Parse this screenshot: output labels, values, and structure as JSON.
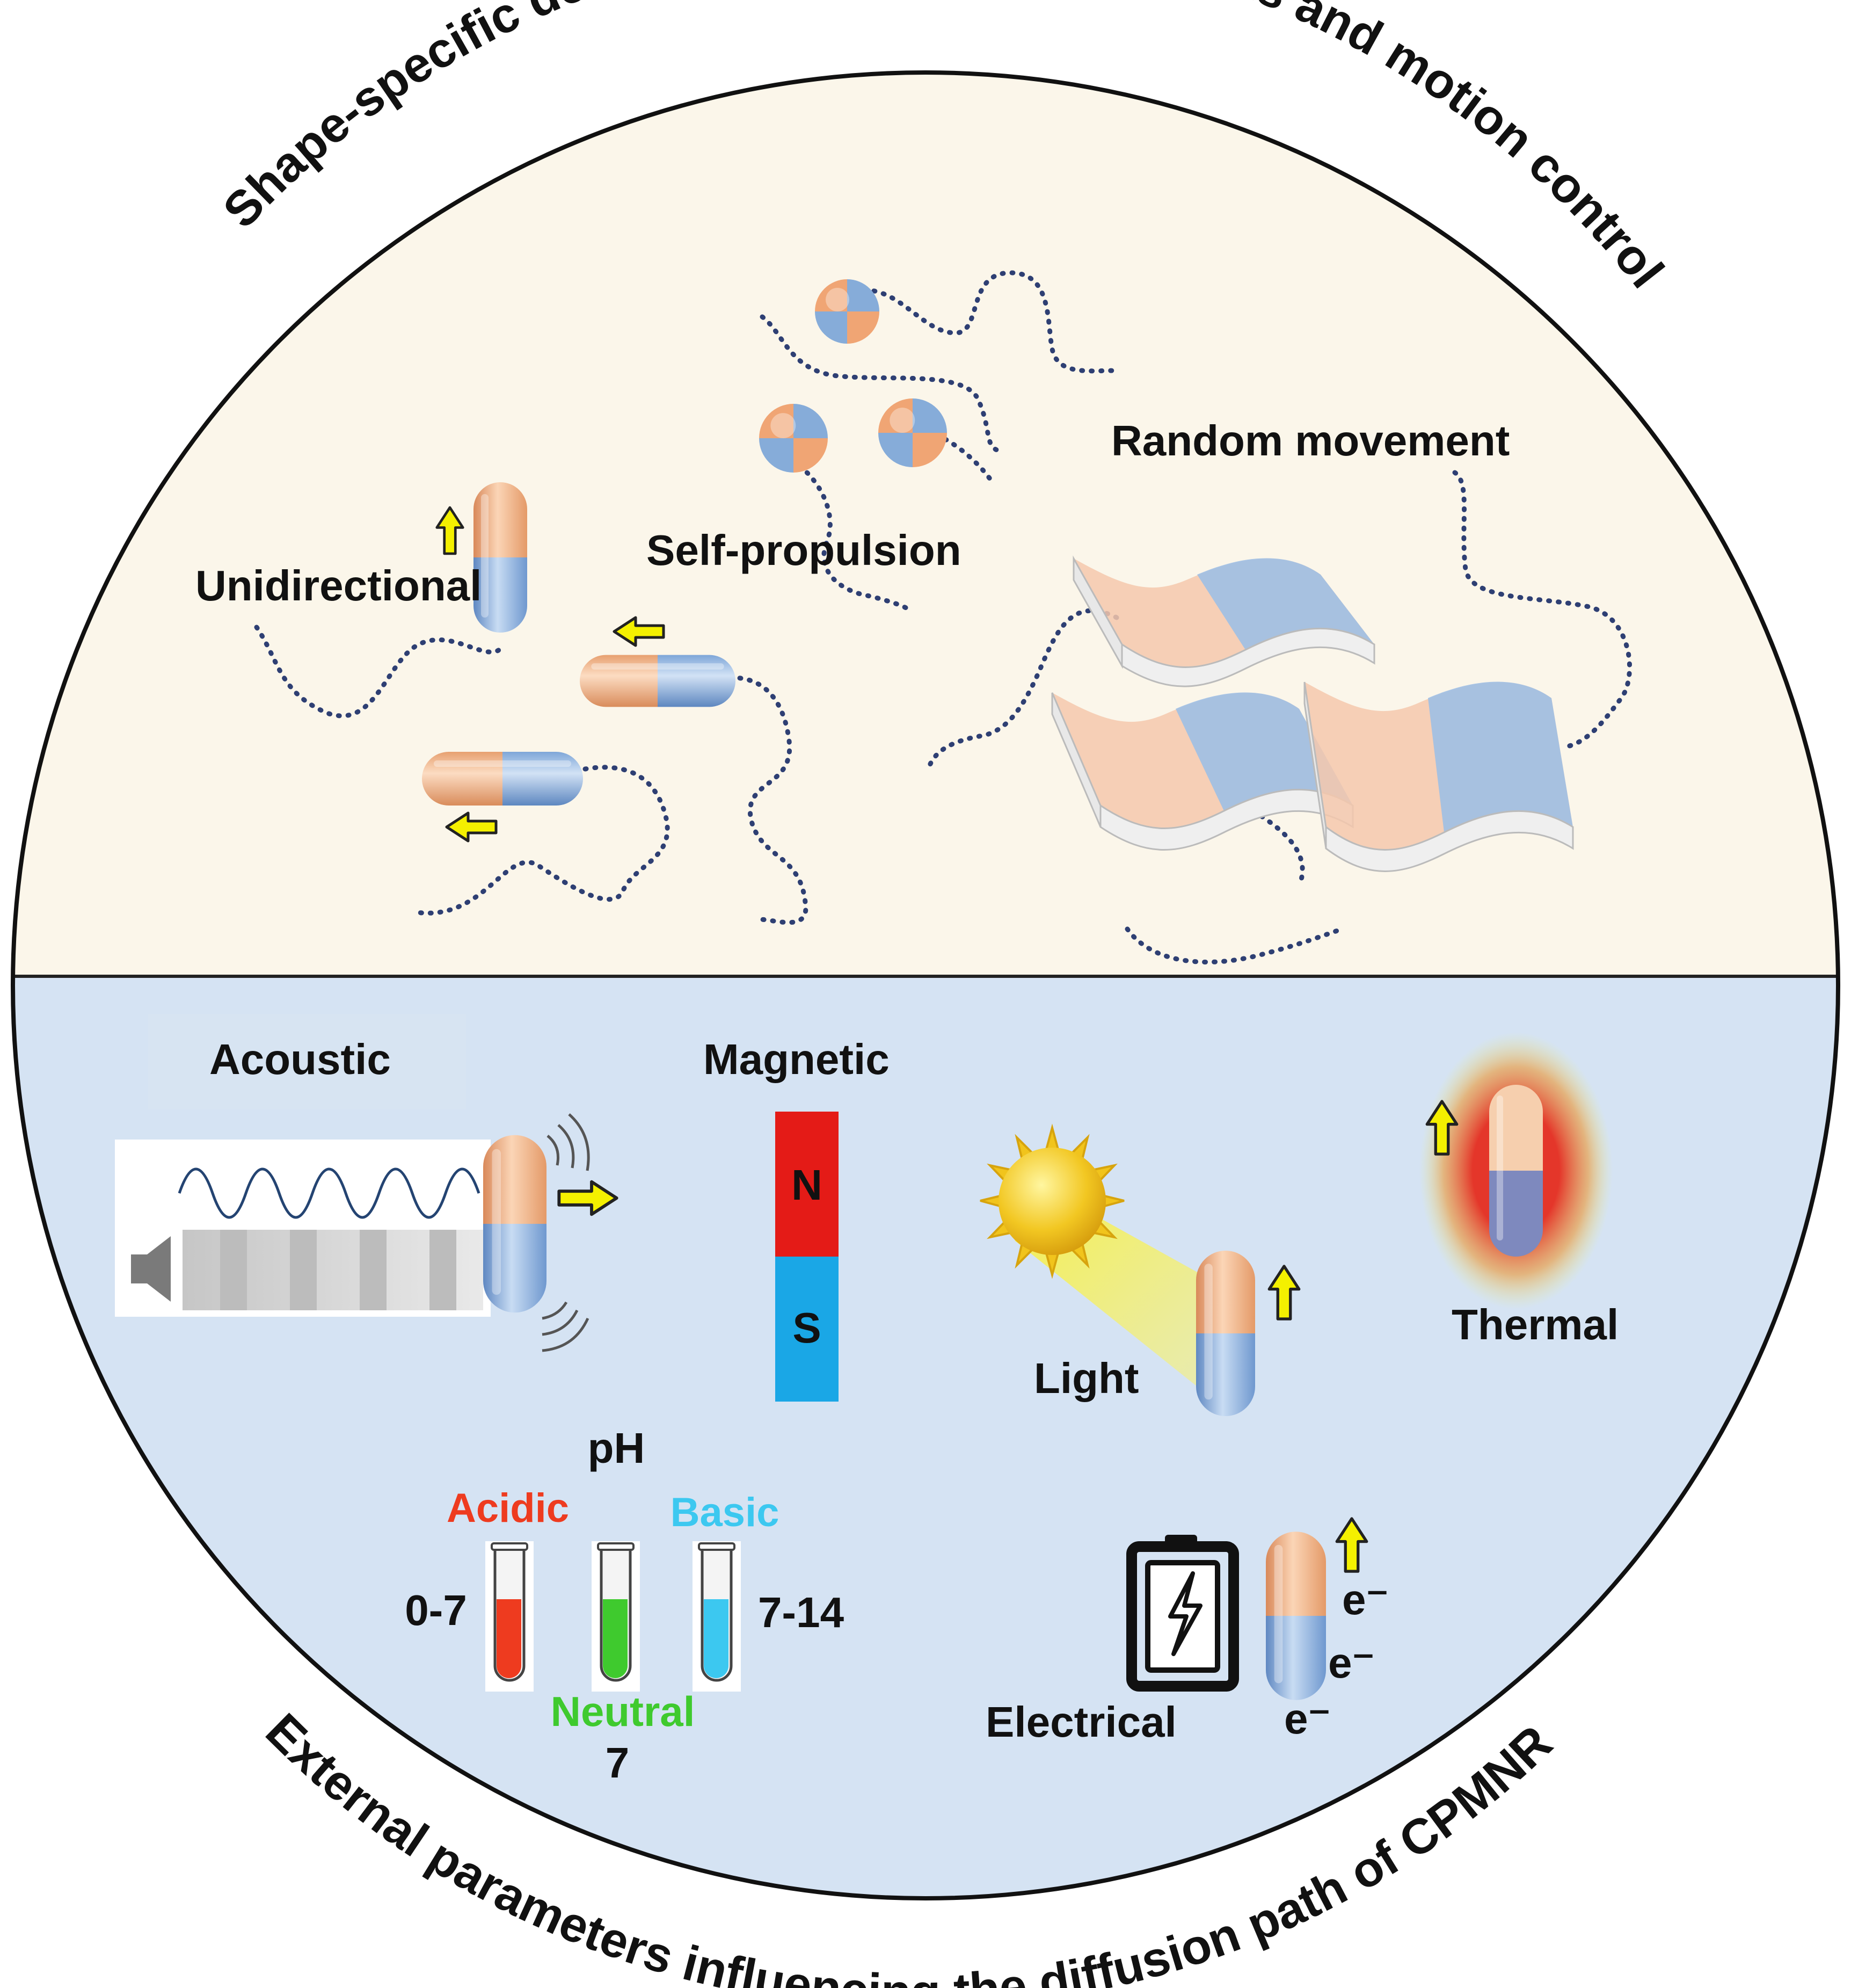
{
  "title_top": "Shape-specific designs/architecture of CPMNRs and motion control",
  "title_bottom": "External parameters influencing the diffusion path of CPMNRs",
  "top_section": {
    "unidirectional": "Unidirectional",
    "self_propulsion": "Self-propulsion",
    "random_movement": "Random movement"
  },
  "bottom_section": {
    "acoustic": "Acoustic",
    "magnetic": "Magnetic",
    "magnet_north": "N",
    "magnet_south": "S",
    "light": "Light",
    "thermal": "Thermal",
    "electrical": "Electrical",
    "electron": "e⁻",
    "ph": {
      "title": "pH",
      "acidic": "Acidic",
      "basic": "Basic",
      "neutral": "Neutral",
      "acidic_range": "0-7",
      "basic_range": "7-14",
      "neutral_value": "7"
    }
  },
  "colors": {
    "top_background": "#fbf6ea",
    "bottom_background": "#d5e3f3",
    "particle_orange": "#f2b58a",
    "particle_blue": "#8fb4df",
    "arrow_yellow": "#f4f000",
    "magnet_red": "#e41b17",
    "magnet_blue": "#1aa7e6",
    "acidic_red": "#ee3b1f",
    "basic_cyan": "#3cc8f0",
    "neutral_green": "#3fca2e"
  },
  "icons": [
    "speaker-icon",
    "sun-icon",
    "battery-icon",
    "magnet-icon",
    "test-tube-icon",
    "arrow-icon"
  ]
}
